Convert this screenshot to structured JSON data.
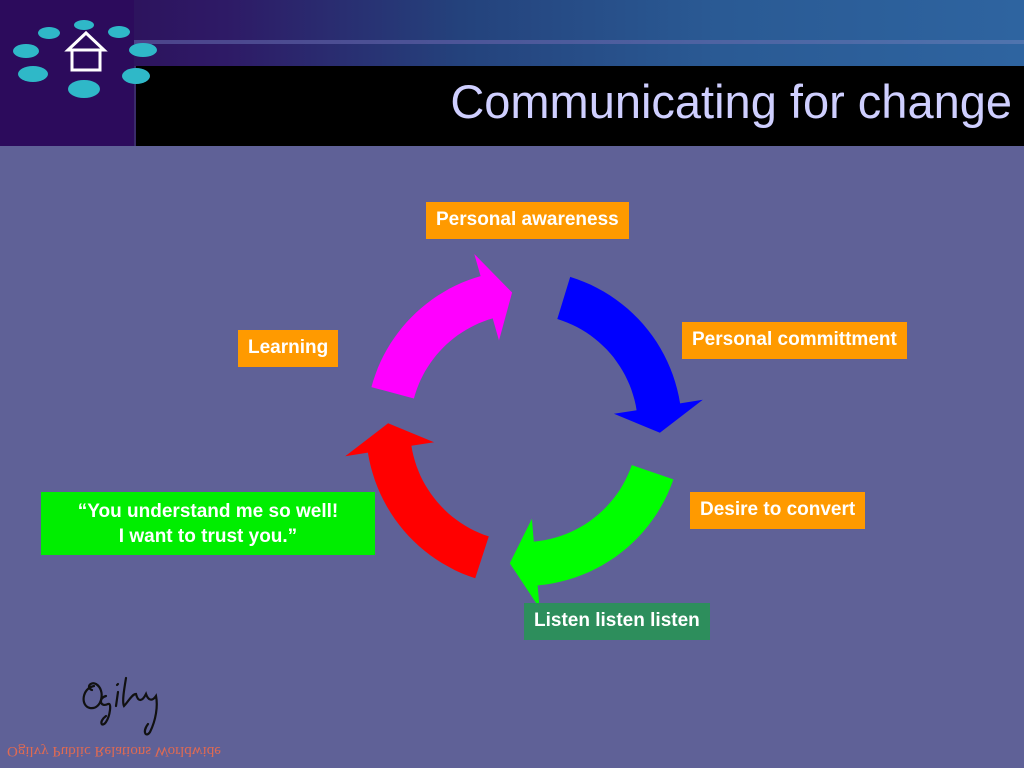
{
  "slide": {
    "title": "Communicating for change"
  },
  "cycle": {
    "stages": [
      {
        "label": "Personal awareness"
      },
      {
        "label": "Personal committment"
      },
      {
        "label": "Desire to convert"
      },
      {
        "label": "Listen listen listen"
      },
      {
        "label": "Learning"
      }
    ],
    "quote": {
      "line1": "“You understand me so well!",
      "line2": "I want to trust you.”"
    },
    "arrow_colors": [
      "#0000ff",
      "#00ff00",
      "#ff0000",
      "#ff00ff"
    ]
  },
  "colors": {
    "background": "#5f6197",
    "title_text": "#cfcfff",
    "label_orange": "#ff9a00",
    "label_listen": "#2d8e5c",
    "quote_green": "#00ee00",
    "logo_dots": "#2fb8c8"
  },
  "branding": {
    "tagline": "Ogilvy Public Relations Worldwide",
    "signature": "Ogilvy",
    "logo_icon": "house-icon"
  }
}
